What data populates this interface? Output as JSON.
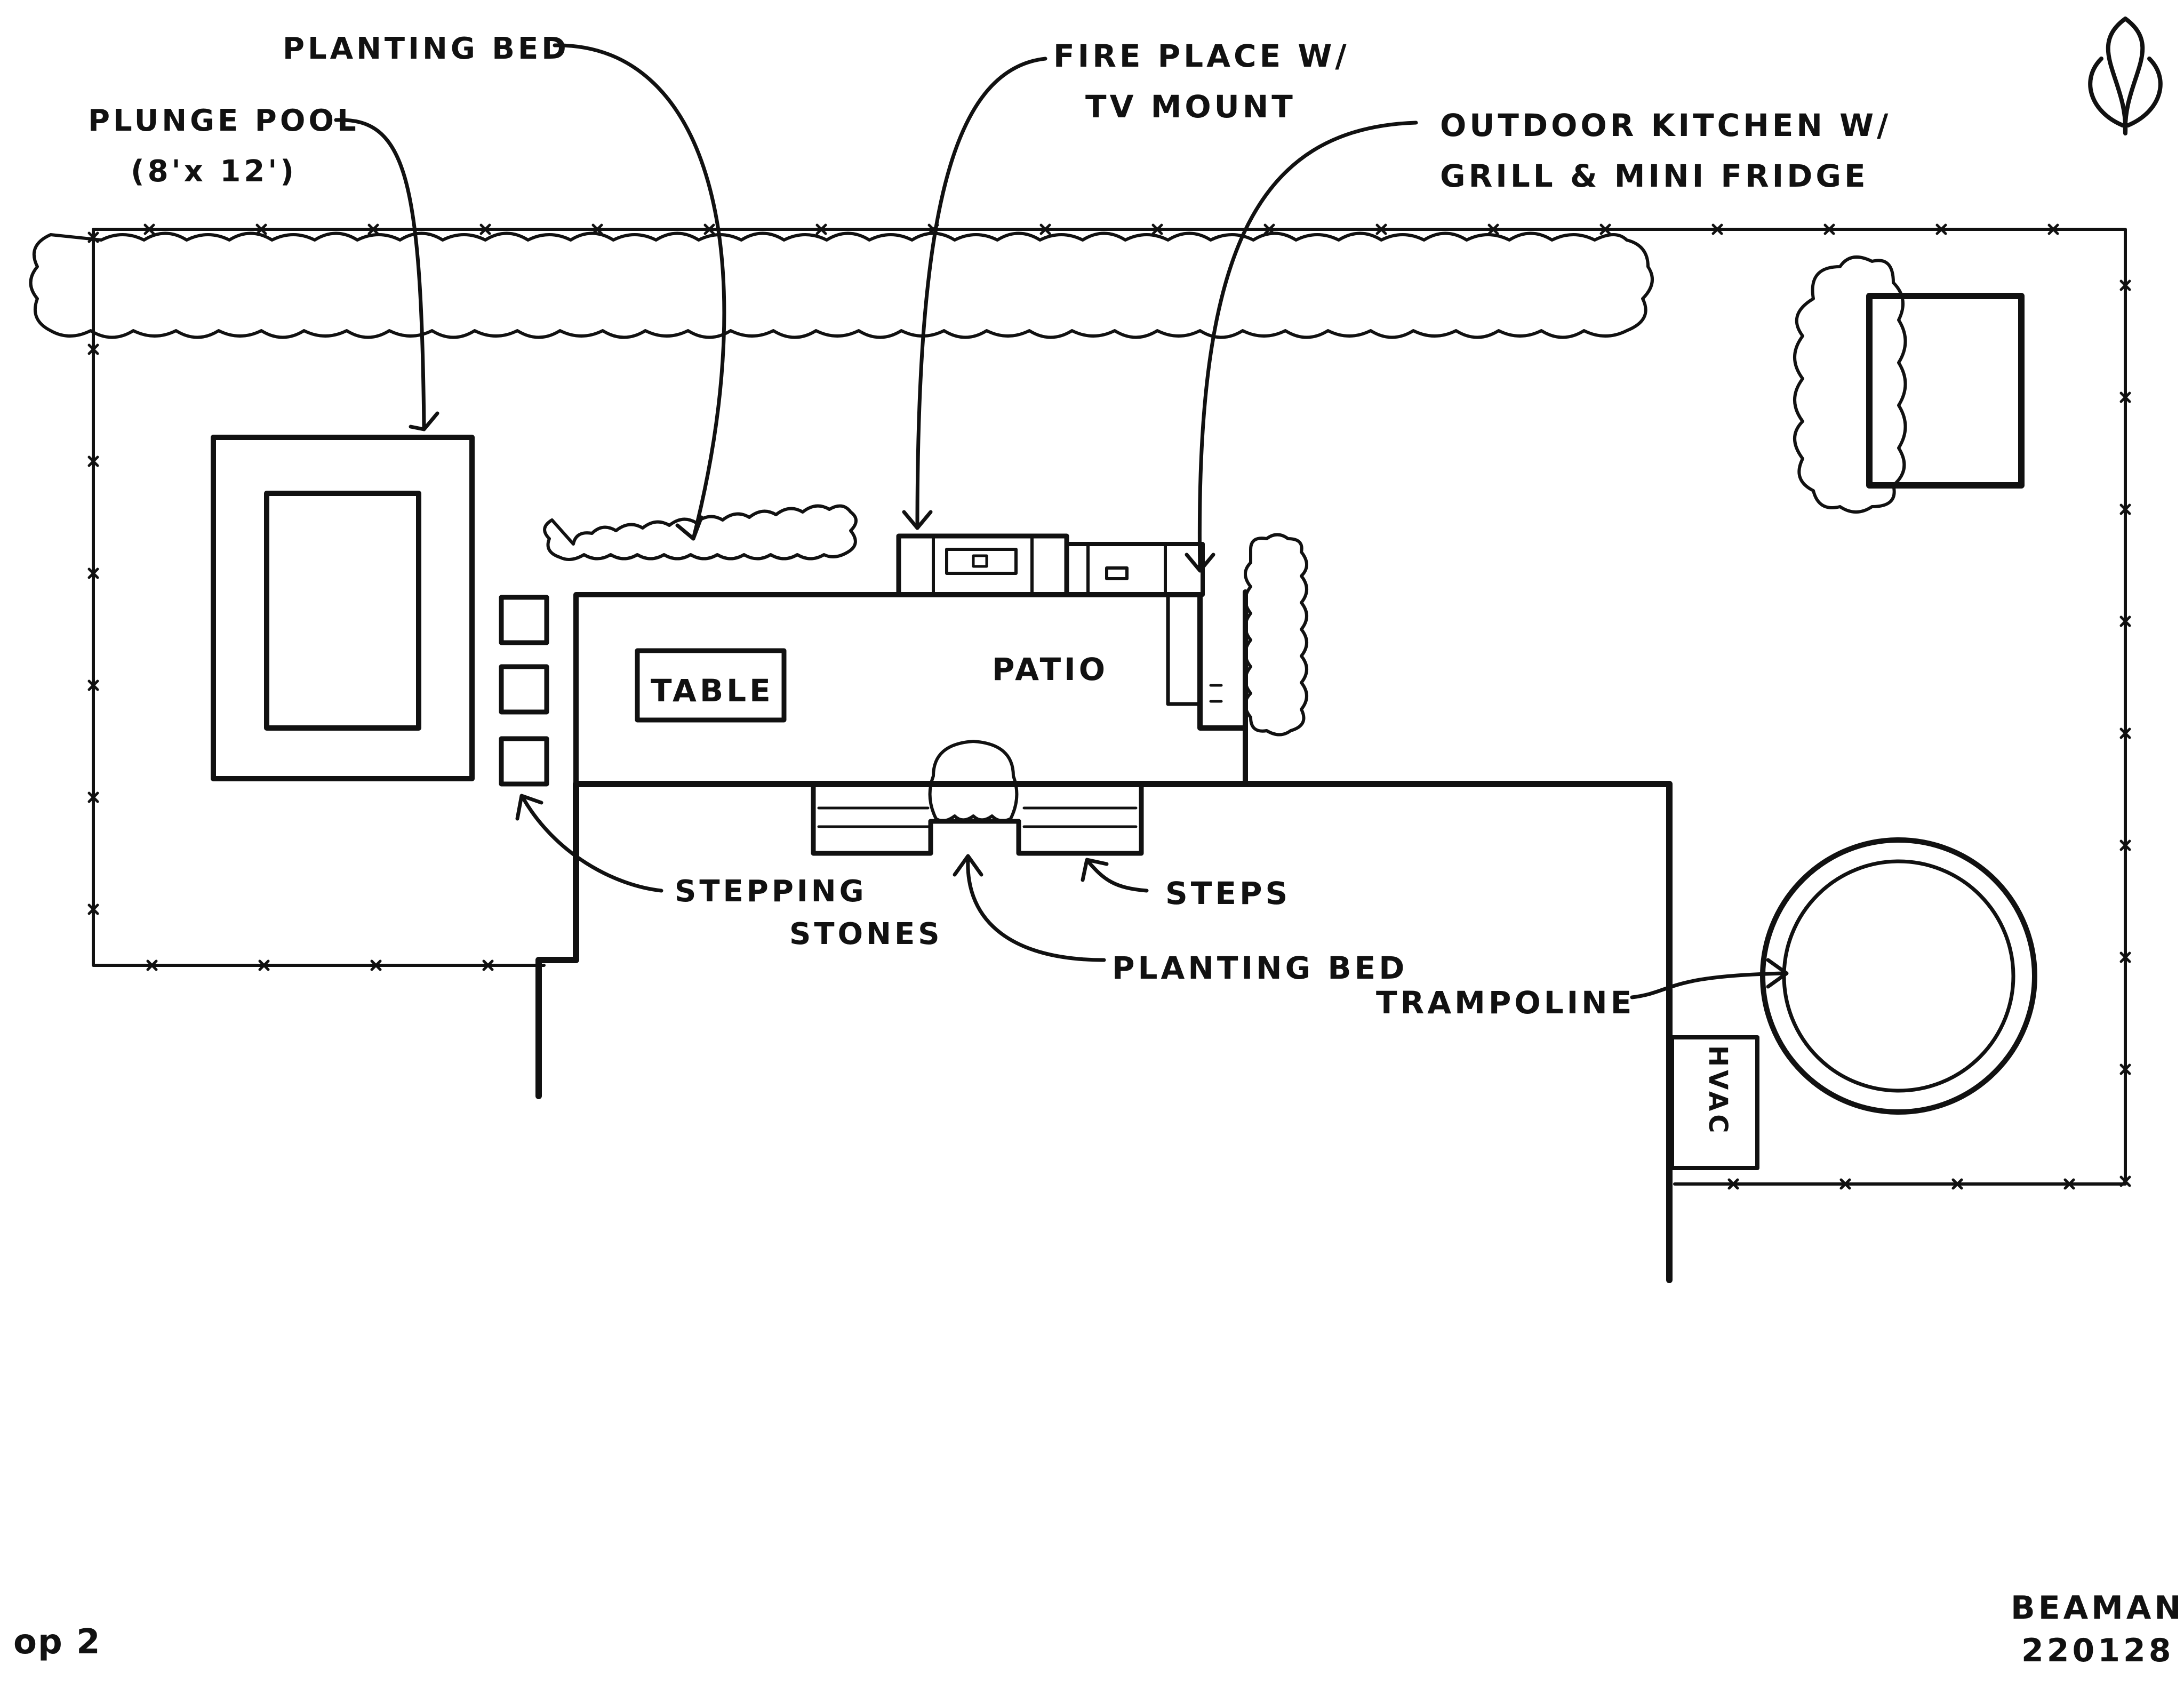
{
  "labels": {
    "plunge_pool_1": "PLUNGE POOL",
    "plunge_pool_2": "(8'x 12')",
    "planting_bed_top": "PLANTING BED",
    "fireplace_1": "FIRE PLACE W/",
    "fireplace_2": "TV MOUNT",
    "kitchen_1": "OUTDOOR KITCHEN W/",
    "kitchen_2": "GRILL & MINI FRIDGE",
    "table": "TABLE",
    "patio": "PATIO",
    "stepping_1": "STEPPING",
    "stepping_2": "STONES",
    "steps": "STEPS",
    "planting_bed_bottom": "PLANTING BED",
    "trampoline": "TRAMPOLINE",
    "hvac": "HVAC",
    "option": "op 2",
    "author": "BEAMAN",
    "date": "220128"
  },
  "icons": {
    "brand_mark": "leaf-logo-icon"
  },
  "colors": {
    "ink": "#111111",
    "paper": "#ffffff"
  }
}
